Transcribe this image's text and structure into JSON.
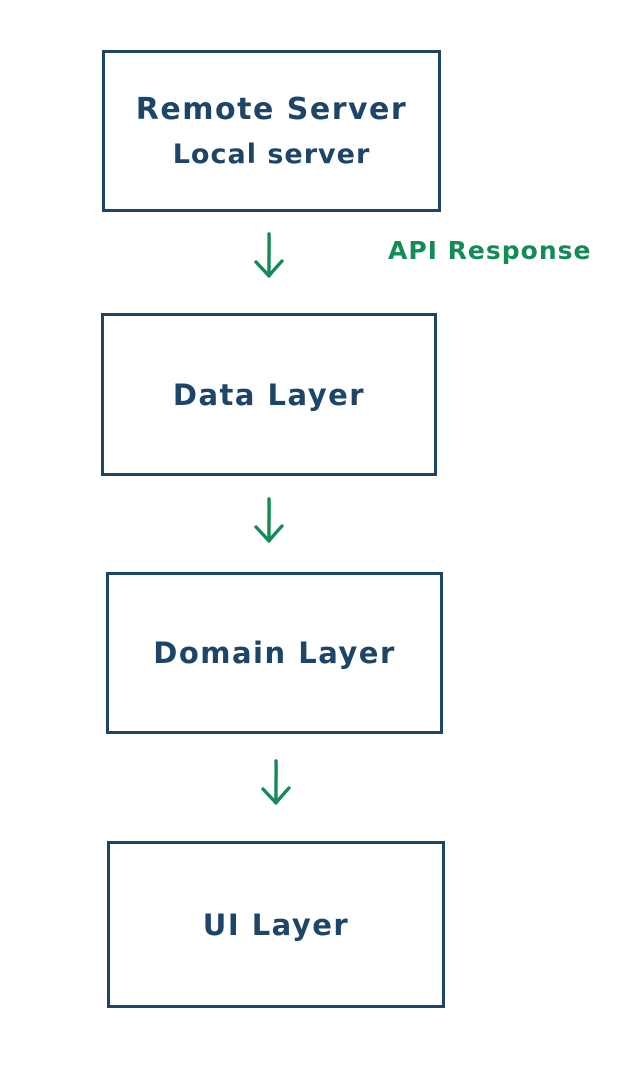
{
  "colors": {
    "ink_navy": "#1d4568",
    "arrow_green": "#148a57",
    "background": "#ffffff"
  },
  "diagram": {
    "type": "flow",
    "nodes": [
      {
        "id": "server",
        "line1": "Remote Server",
        "line2": "Local server"
      },
      {
        "id": "data-layer",
        "label": "Data Layer"
      },
      {
        "id": "domain-layer",
        "label": "Domain Layer"
      },
      {
        "id": "ui-layer",
        "label": "UI Layer"
      }
    ],
    "edges": [
      {
        "from": "server",
        "to": "data-layer",
        "direction": "down",
        "label": "API Response",
        "icon": "down-arrow-icon"
      },
      {
        "from": "data-layer",
        "to": "domain-layer",
        "direction": "down",
        "label": "",
        "icon": "down-arrow-icon"
      },
      {
        "from": "domain-layer",
        "to": "ui-layer",
        "direction": "down",
        "label": "",
        "icon": "down-arrow-icon"
      }
    ]
  }
}
